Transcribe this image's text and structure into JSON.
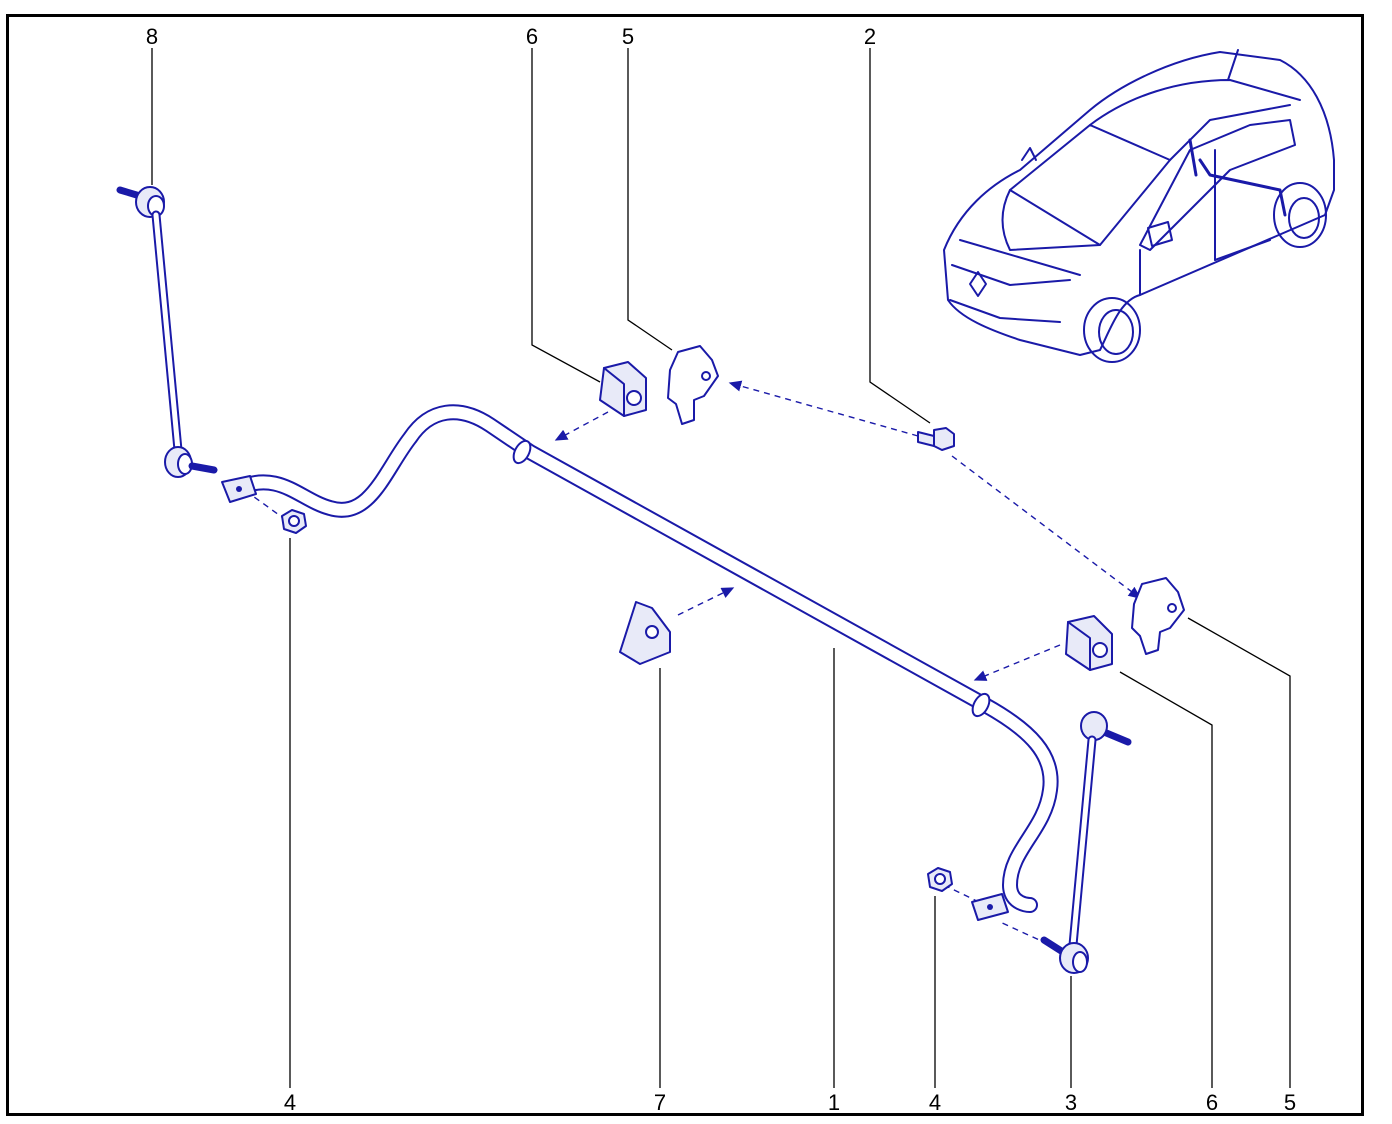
{
  "callouts": {
    "top": [
      "8",
      "6",
      "5",
      "2"
    ],
    "bottom": [
      "4",
      "7",
      "1",
      "4",
      "3",
      "6",
      "5"
    ]
  },
  "colors": {
    "line": "#1a1aa8",
    "fill": "#e8eaf8",
    "callout": "#000000",
    "frame": "#000000"
  },
  "icons": {
    "vehicle": "car-outline-icon",
    "arrows": "dashed-arrow-icon"
  }
}
